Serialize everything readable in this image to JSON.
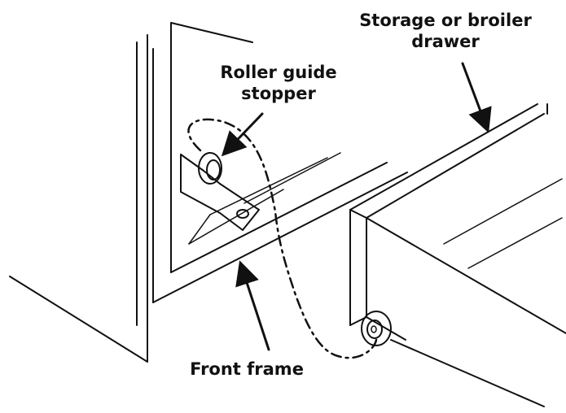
{
  "labels": {
    "drawer_line1": "Storage or broiler",
    "drawer_line2": "drawer",
    "stopper_line1": "Roller guide",
    "stopper_line2": "stopper",
    "front_frame": "Front frame"
  },
  "colors": {
    "ink": "#111111",
    "background": "#ffffff"
  }
}
